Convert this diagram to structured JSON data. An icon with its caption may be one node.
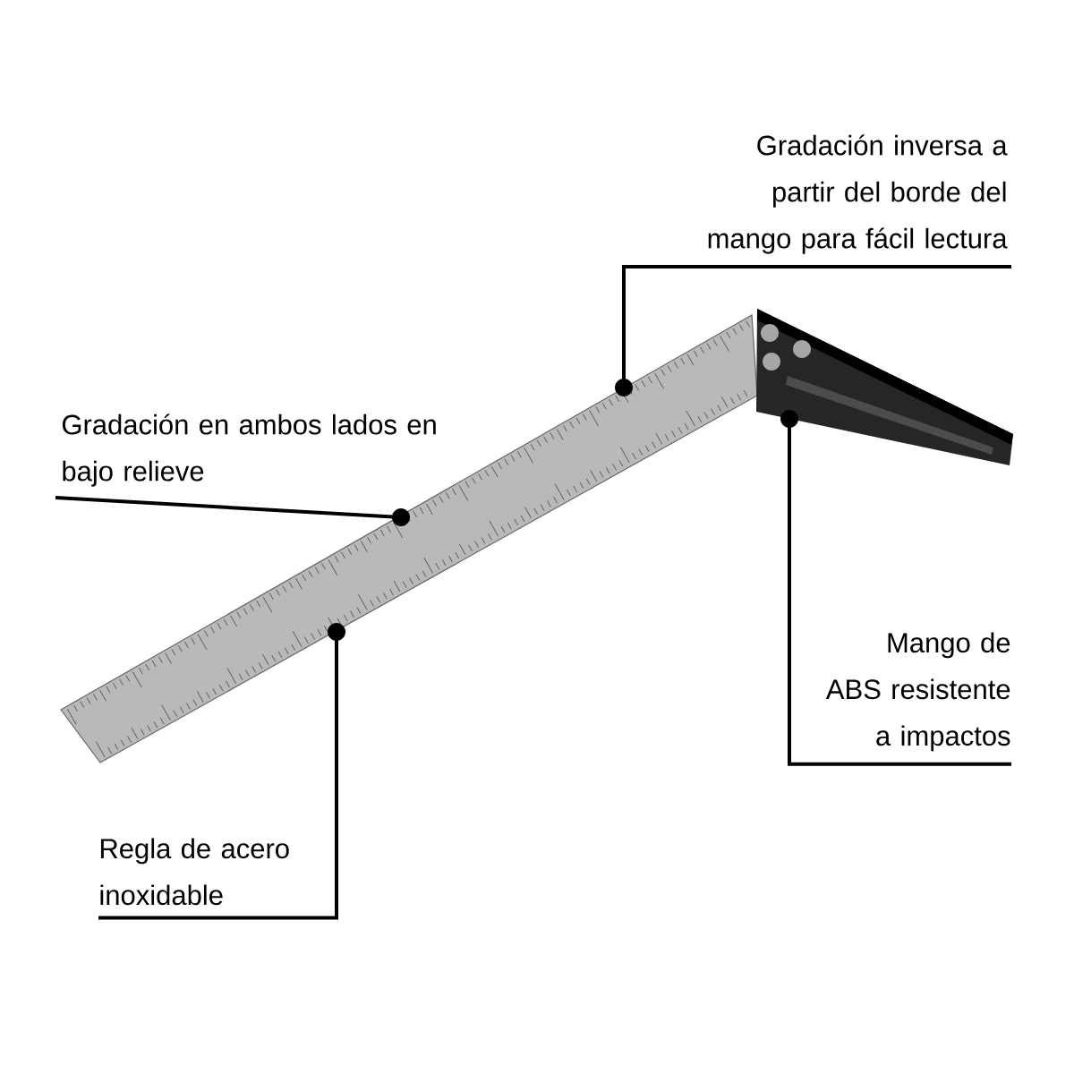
{
  "diagram": {
    "nodes": [
      {
        "text": [
          "Gradación inversa a partir del borde del mango para fácil lectura"
        ]
      },
      {
        "text": [
          "Gradación en ambos lados en bajo relieve"
        ]
      },
      {
        "text": [
          "Mango de ABS resistente a impactos"
        ]
      },
      {
        "text": [
          "Regla de acero inoxidable"
        ]
      },
      {
        "text": [],
        "shape": "picture"
      },
      {
        "text": [],
        "shape": "picture"
      }
    ],
    "edges": [
      {
        "from": 0,
        "to": 4,
        "arrow": "other"
      },
      {
        "from": 1,
        "to": 4,
        "arrow": "other"
      },
      {
        "from": 2,
        "to": 5,
        "arrow": "other"
      },
      {
        "from": 3,
        "to": 4,
        "arrow": "other"
      }
    ]
  }
}
